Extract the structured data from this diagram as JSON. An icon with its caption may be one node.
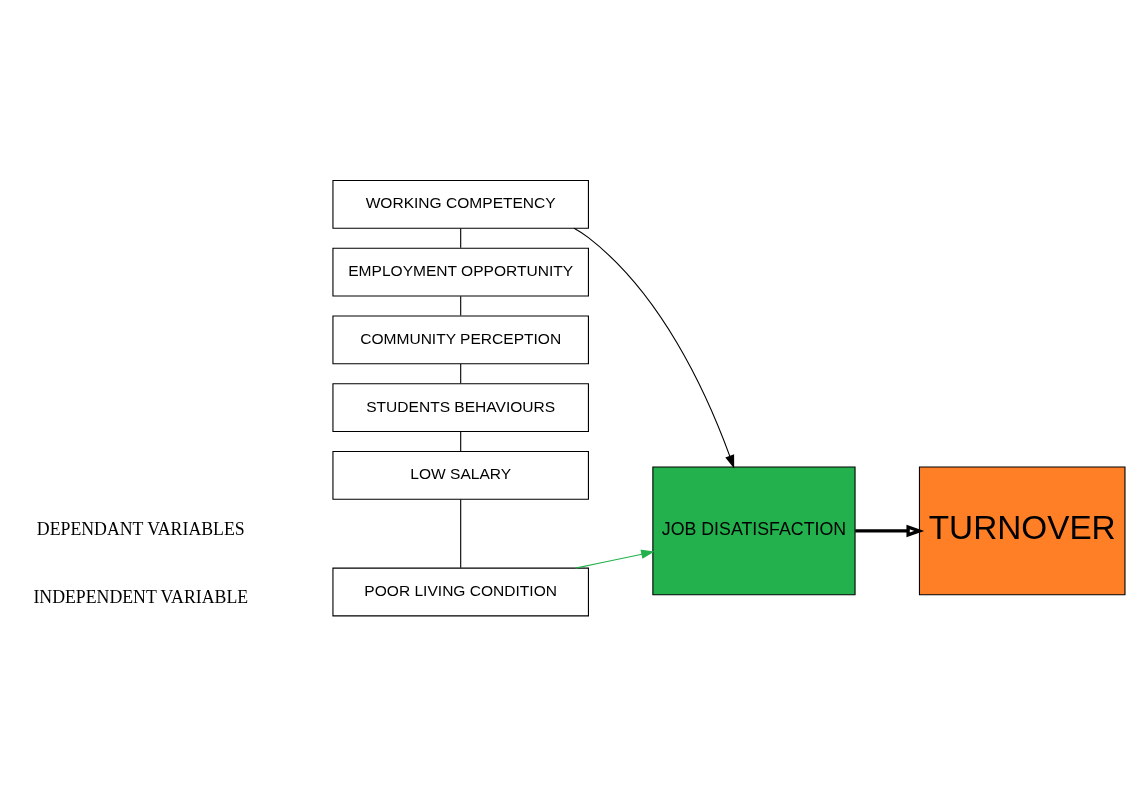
{
  "diagram": {
    "nodes": [
      {
        "text": [
          "POOR LIVING CONDITION"
        ]
      },
      {
        "text": [
          "LOW SALARY"
        ]
      },
      {
        "text": [
          "STUDENTS BEHAVIOURS"
        ]
      },
      {
        "text": [
          "COMMUNITY PERCEPTION"
        ]
      },
      {
        "text": [
          "EMPLOYMENT OPPORTUNITY"
        ]
      },
      {
        "text": [
          "WORKING COMPETENCY"
        ]
      },
      {
        "text": [
          "JOB DISATISFACTION"
        ]
      },
      {
        "text": [
          "TURNOVER"
        ]
      }
    ],
    "edges": [
      {
        "from": 0,
        "to": 1,
        "arrow": "none"
      },
      {
        "from": 1,
        "to": 2,
        "arrow": "none"
      },
      {
        "from": 2,
        "to": 3,
        "arrow": "none"
      },
      {
        "from": 3,
        "to": 4,
        "arrow": "none"
      },
      {
        "from": 4,
        "to": 5,
        "arrow": "none"
      },
      {
        "from": 0,
        "to": 6,
        "arrow": "to",
        "color": "#22b14c"
      },
      {
        "from": 5,
        "to": 6,
        "arrow": "to"
      },
      {
        "from": 6,
        "to": 7,
        "arrow": "to",
        "style": "thick"
      }
    ],
    "labels": [
      "INDEPENDENT VARIABLE",
      "DEPENDANT VARIABLES"
    ]
  }
}
